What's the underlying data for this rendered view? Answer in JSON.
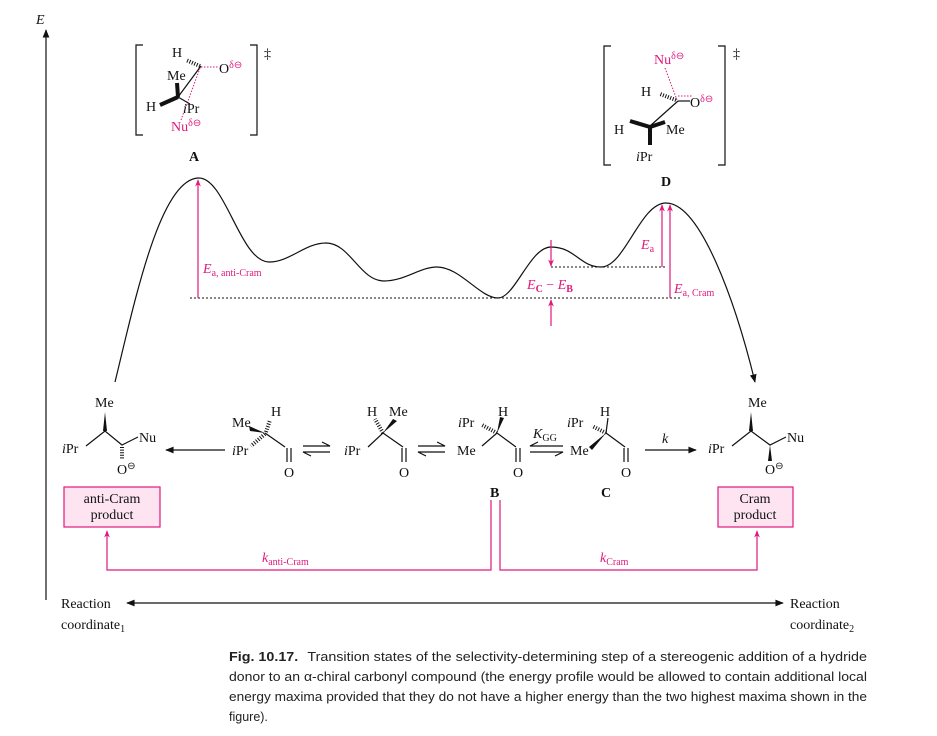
{
  "axes": {
    "energy_label": "E",
    "left_label_line1": "Reaction",
    "left_label_line2": "coordinate",
    "left_sub": "1",
    "right_label_line1": "Reaction",
    "right_label_line2": "coordinate",
    "right_sub": "2"
  },
  "ts_A": {
    "H_top": "H",
    "Me": "Me",
    "O": "O",
    "delta_minus": "δ⊖",
    "H_left": "H",
    "iPr_i": "i",
    "iPr": "Pr",
    "Nu": "Nu",
    "Nu_delta": "δ⊖",
    "dagger": "‡",
    "label": "A"
  },
  "ts_D": {
    "Nu": "Nu",
    "Nu_delta": "δ⊖",
    "H_top": "H",
    "O": "O",
    "delta_minus": "δ⊖",
    "H_left": "H",
    "Me": "Me",
    "iPr_i": "i",
    "iPr": "Pr",
    "dagger": "‡",
    "label": "D"
  },
  "energy": {
    "ea_anti_E": "E",
    "ea_anti_sub": "a, anti-Cram",
    "ea_E": "E",
    "ea_sub": "a",
    "ea_cram_E": "E",
    "ea_cram_sub": "a, Cram",
    "diff_E1": "E",
    "diff_sub1": "C",
    "diff_minus": " − ",
    "diff_E2": "E",
    "diff_sub2": "B"
  },
  "molecules": {
    "anti_cram": {
      "Me": "Me",
      "iPr_i": "i",
      "iPr": "Pr",
      "Nu": "Nu",
      "O": "O",
      "charge": "⊖"
    },
    "m1": {
      "Me": "Me",
      "H": "H",
      "iPr_i": "i",
      "iPr": "Pr",
      "O": "O"
    },
    "m2": {
      "H": "H",
      "Me": "Me",
      "iPr_i": "i",
      "iPr": "Pr",
      "O": "O"
    },
    "B": {
      "iPr_i": "i",
      "iPr": "Pr",
      "H": "H",
      "Me": "Me",
      "O": "O",
      "label": "B"
    },
    "C": {
      "iPr_i": "i",
      "iPr": "Pr",
      "H": "H",
      "Me": "Me",
      "O": "O",
      "label": "C"
    },
    "cram": {
      "Me": "Me",
      "iPr_i": "i",
      "iPr": "Pr",
      "Nu": "Nu",
      "O": "O",
      "charge": "⊖"
    }
  },
  "arrows": {
    "K": "K",
    "K_sub": "GG",
    "k": "k"
  },
  "products": {
    "anti_cram_line1": "anti-Cram",
    "anti_cram_line2": "product",
    "cram_line1": "Cram",
    "cram_line2": "product"
  },
  "rates": {
    "k_anti": "k",
    "k_anti_sub": "anti-Cram",
    "k_cram": "k",
    "k_cram_sub": "Cram"
  },
  "caption": {
    "label": "Fig. 10.17.",
    "line1": "Transition states of the selectivity-determining step of a stereogenic addition of a hydride",
    "line2": "donor to an α-chiral carbonyl compound (the energy profile would be allowed to contain additional local",
    "line3": "energy maxima provided that they do not have a higher energy than the two highest maxima shown in the",
    "line4": "figure)."
  },
  "colors": {
    "accent": "#e0197d",
    "box_fill": "#fde4f0"
  }
}
